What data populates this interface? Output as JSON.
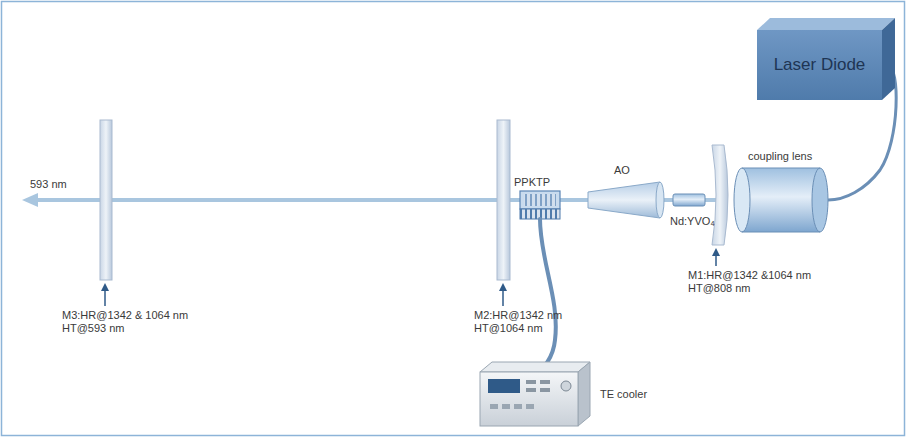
{
  "diagram": {
    "nodes": [
      {
        "text": [
          "Laser Diode"
        ]
      }
    ],
    "labels": [
      "593 nm",
      "PPKTP",
      "AO",
      "Nd:YVO₄",
      "coupling lens",
      "M3:HR@1342 & 1064 nm HT@593 nm",
      "M2:HR@1342 nm HT@1064 nm",
      "M1:HR@1342 &1064 nm HT@808 nm",
      "TE cooler"
    ]
  }
}
